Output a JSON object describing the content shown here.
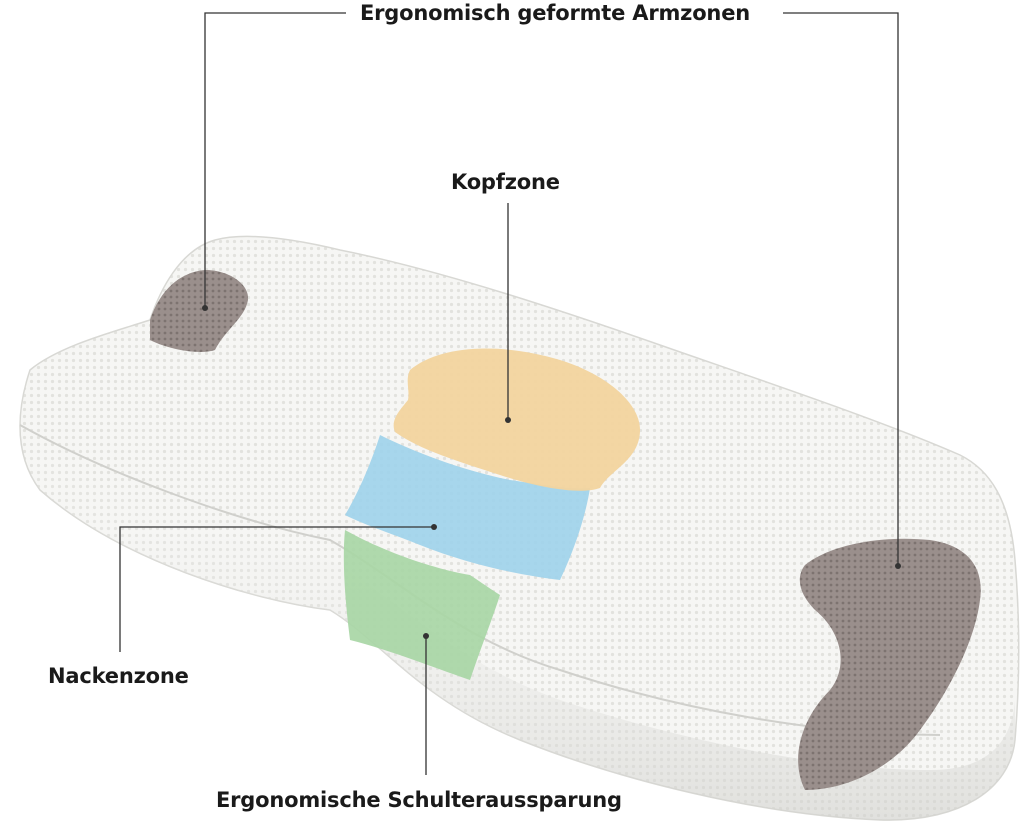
{
  "labels": {
    "arm_zones": "Ergonomisch geformte Armzonen",
    "head_zone": "Kopfzone",
    "neck_zone": "Nackenzone",
    "shoulder_recess": "Ergonomische Schulteraussparung"
  },
  "colors": {
    "pillow": "#f4f4f2",
    "head_zone": "#f2d49e",
    "neck_zone": "#9fd2ea",
    "shoulder_zone": "#a8d6a5",
    "arm_zone": "#9a8f8c",
    "leader_line": "#333333"
  }
}
